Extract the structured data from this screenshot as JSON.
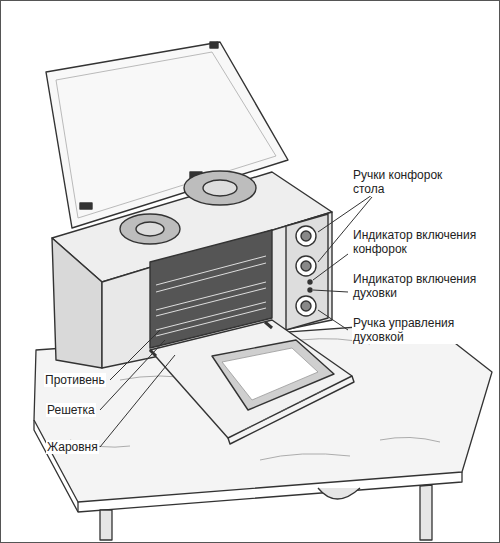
{
  "diagram": {
    "labels": [
      "Ручки конфорок стола",
      "Индикатор включения конфорок",
      "Индикатор включения духовки",
      "Ручка управления духовкой",
      "Противень",
      "Решетка",
      "Жаровня"
    ]
  }
}
